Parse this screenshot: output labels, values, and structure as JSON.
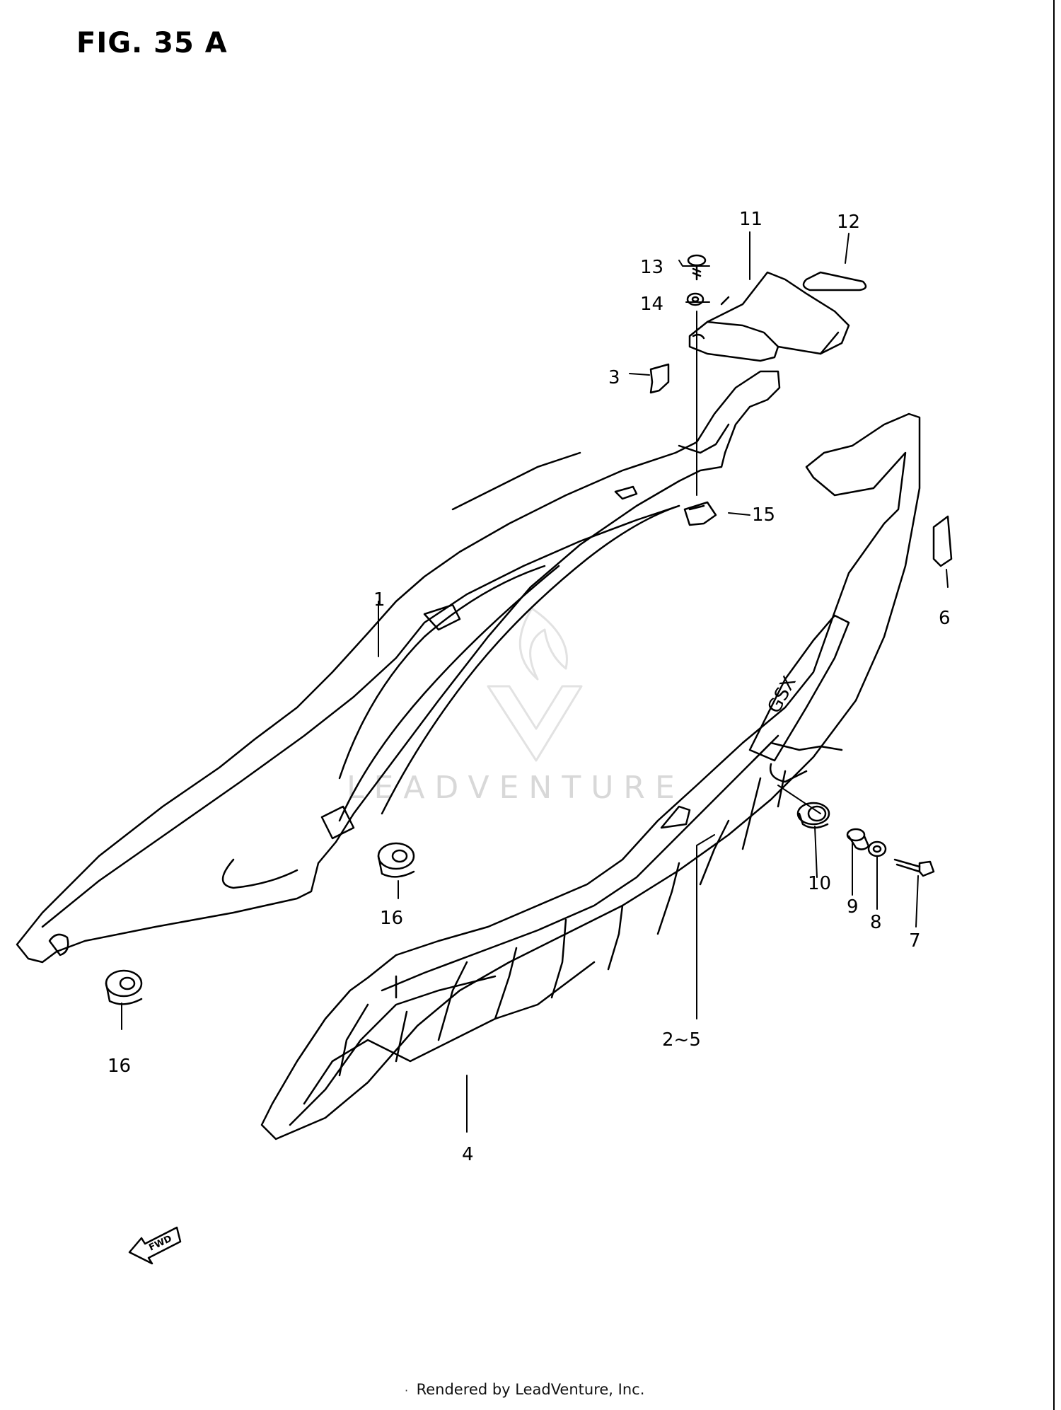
{
  "figure": {
    "title": "FIG. 35 A",
    "footer": "Rendered by LeadVenture, Inc.",
    "footer_mark": "·",
    "watermark": "LEADVENTURE",
    "badge_text": "GSX"
  },
  "callouts": {
    "c1": "1",
    "c2_5": "2~5",
    "c3": "3",
    "c4": "4",
    "c6": "6",
    "c7": "7",
    "c8": "8",
    "c9": "9",
    "c10": "10",
    "c11": "11",
    "c12": "12",
    "c13": "13",
    "c14": "14",
    "c15": "15",
    "c16a": "16",
    "c16b": "16"
  },
  "fwd_label": "FWD",
  "colors": {
    "line": "#000000",
    "background": "#ffffff",
    "watermark": "#d8d8d8"
  }
}
